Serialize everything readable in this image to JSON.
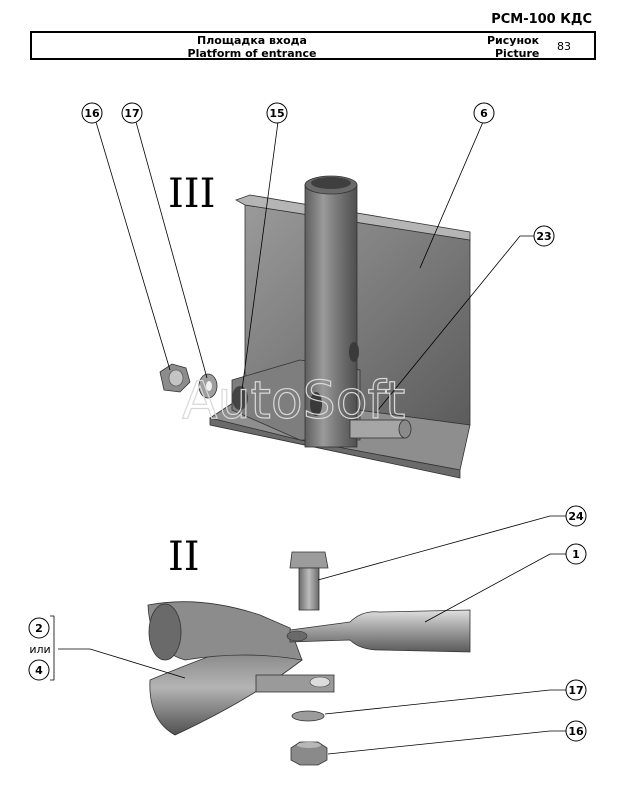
{
  "model": "РСМ-100 КДС",
  "header": {
    "title_ru": "Площадка входа",
    "title_en": "Platform of entrance",
    "picture_ru": "Рисунок",
    "picture_en": "Picture",
    "picture_number": "83"
  },
  "views": {
    "top": "III",
    "bottom": "II"
  },
  "callouts": {
    "c16_top": "16",
    "c17_top": "17",
    "c15": "15",
    "c6": "6",
    "c23": "23",
    "c24": "24",
    "c1": "1",
    "c2": "2",
    "c4": "4",
    "c17_bottom": "17",
    "c16_bottom": "16"
  },
  "ili": "или",
  "watermark": "AutoSoft",
  "colors": {
    "metal_dark": "#5a5a5a",
    "metal_mid": "#8a8a8a",
    "metal_light": "#c8c8c8",
    "watermark": "#d8d8d8"
  }
}
